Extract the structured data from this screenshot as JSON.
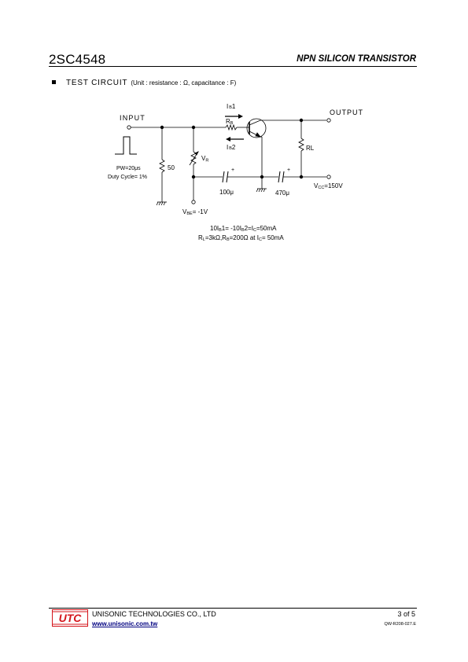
{
  "header": {
    "part_number": "2SC4548",
    "doc_type": "NPN SILICON TRANSISTOR"
  },
  "section": {
    "title": "TEST CIRCUIT",
    "unit_note": "(Unit : resistance : Ω, capacitance : F)"
  },
  "circuit": {
    "input_label": "INPUT",
    "output_label": "OUTPUT",
    "pulse_pw": "PW=20μs",
    "pulse_duty": "Duty Cycle= 1%",
    "r50": "50",
    "vr_main": "V",
    "vr_sub": "R",
    "rb_main": "R",
    "rb_sub": "B",
    "ib1_main": "I",
    "ib1_sub": "B",
    "ib1_num": "1",
    "ib2_main": "I",
    "ib2_sub": "B",
    "ib2_num": "2",
    "rl": "RL",
    "cap1": "100μ",
    "cap2": "470μ",
    "plus": "+",
    "vcc_main": "V",
    "vcc_sub": "CC",
    "vcc_val": "=150V",
    "vbe_main": "V",
    "vbe_sub": "BE",
    "vbe_val": "= -1V",
    "cond1_a": "10I",
    "cond1_b": "B",
    "cond1_c": "1= -10I",
    "cond1_d": "B",
    "cond1_e": "2=I",
    "cond1_f": "C",
    "cond1_g": "=50mA",
    "cond2_a": "R",
    "cond2_b": "L",
    "cond2_c": "=3kΩ,R",
    "cond2_d": "B",
    "cond2_e": "=200Ω at I",
    "cond2_f": "C",
    "cond2_g": "= 50mA"
  },
  "footer": {
    "logo_text": "UTC",
    "company": "UNISONIC TECHNOLOGIES CO., LTD",
    "url": "www.unisonic.com.tw",
    "page": "3  of  5",
    "doc_code": "QW-R208-027.E"
  },
  "colors": {
    "logo_red": "#d4151b",
    "url_blue": "#000080"
  }
}
